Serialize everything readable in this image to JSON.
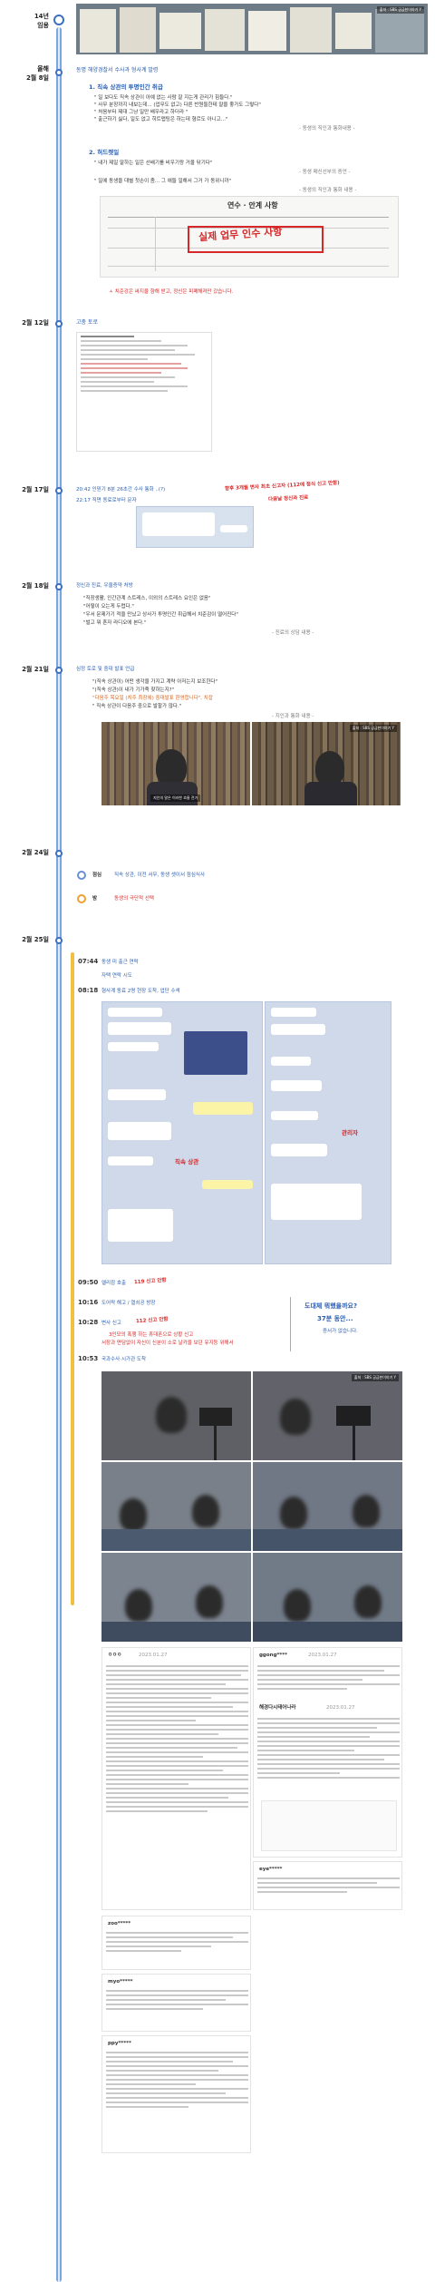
{
  "years": {
    "label": "14년",
    "sub": "임용"
  },
  "watermark": "출처 : SBS 궁금한이야기 Y",
  "entries": {
    "e1": {
      "date": "올해",
      "date2": "2월 8일",
      "title": "동명 해양경찰서 수사과 형사계 발령",
      "sec1": "1. 직속 상관의 투명인간 취급",
      "q1": "\" 일 보다도 직속 상관이 아예 없는 사람 잘 지는게 관리가 힘들다.\"",
      "q2": "\" 사무 분장까지 내보는데... (업무도 없고) 다른 반원들한테 말을 좋가도 그렇다\"",
      "q3": "\" 처음부터 제대 그냥 일만 배우라고 하더라 \"",
      "q4": "\" 출근하기 싫다, 일도 없고 히트맵팅은 하는데 형르도 아니고...\"",
      "src1": "- 동생의 직인과 통화내용 -",
      "sec2": "2. 허드렛일",
      "q5": "\" 내가 제일 말하는 일은 선배기를 비우기랑 거울 닦기다\"",
      "src2": "- 동생 메신선부의 증언 -",
      "q6": "\" 일에 동생을 대별 첫손이 좀... 그 애들 일해서 그거 가 동위니까\"",
      "src3": "- 동생의 직인과 통화 내용 -",
      "doc_title": "연수 · 안계 사항",
      "doc_stamp": "실제 업무 인수 사항",
      "note": "ㅅ 치준강은 싸지율 향해 받고, 정신은 피폐해져만 갔습니다."
    },
    "e2": {
      "date": "2월 12일",
      "title": "고충 토로"
    },
    "e3": {
      "date": "2월 17일",
      "l1": "20:42 인믿기 8분 26초간 수사 통화 ..(?)",
      "l2": "22:17 직면 동료로부터 문자",
      "r1": "향후 3개월 변사 최초 신고자 (112에 정식 신고 만함)",
      "r2": "다음날 정신과 진료"
    },
    "e4": {
      "date": "2월 18일",
      "title": "정신과 진료, 우울증약 처방",
      "q1": "\"직장생활, 인간관계 스트레스, 이외의 스트레스 요인은 없음\"",
      "q2": "\"어떻이 오는게 두렵다.\"",
      "q3": "\"우서 문제가기 적을 만났고 상사가 투명인간 취급해서 치준감이 떨어진다\"",
      "q4": "\"벌고 뭐 혼자 라디오에 본다.\"",
      "src": "- 진료의 상담 내용 -"
    },
    "e5": {
      "date": "2월 21일",
      "title": "심정 토로 및 중대 발표 언급",
      "q1": "\"(직속 상관이) 어떤 생각을 가지고 계략 아저는지 보조한다\"",
      "q2": "\"(직속 상관)이 내가 기가죽 찾하는지?\"",
      "q3": "\"다음주 목요일 (치주 최장에) 중대발표 환영합니다\", 치잡",
      "q4": "\" 직속 상관이 다음주 중으로 발할가 않다.\"",
      "src": "- 지인과 통화 내용 -",
      "caption": "지인의 말은 이러한 흐름 전가"
    },
    "e6": {
      "date": "2월 24일",
      "row1_time": "점심",
      "row1": "직속 상관, 이전 서무, 동생 셋이서 점심식사",
      "row2_time": "밤",
      "row2": "동생의 극단적 선택"
    },
    "e7": {
      "date": "2월 25일",
      "t1": "07:44",
      "d1": "동생 미 출근 연락",
      "d1b": "자택 연락 시도",
      "t2": "08:18",
      "d2": "형사계 동료 2명 현장 도착, 업단 수색",
      "chat_label": "직속 상관",
      "chat_label2": "관리자",
      "t3": "09:50",
      "d3": "엘리캄 호출",
      "d3r": "119 신고 안함",
      "t4": "10:16",
      "d4": "도어락 해고 / 열쇠공 방장",
      "t5": "10:28",
      "d5": "변사 신고",
      "d5r": "112 신고 안함",
      "d5n1": "3인모의 폭행 하는 휴대폰으로 상황 신고",
      "d5n2": "서장과 면담없이 자신이 신분이 소로 날카을 보던 유지등 위해서",
      "t6": "10:53",
      "d6": "국과수사·시가관 도착",
      "side1": "도대체 뭐했을까요?",
      "side2": "37분 동안...",
      "side3": "증서가 없습니다."
    }
  },
  "comments": {
    "c1_user": "ㅇㅇㅇ",
    "c1_date": "2023.01.27",
    "c2_user": "ggong****",
    "c2_date": "2023.01.27",
    "c2_head": "해경다시태어나라",
    "c2_date2": "2023.01.27",
    "c3_user": "zoo*****",
    "c4_user": "eye*****",
    "c5_user": "myo*****",
    "c6_user": "ppy*****"
  },
  "colors": {
    "spine": "#7aa6e0",
    "accent": "#2a5db0",
    "red": "#d62828",
    "orange": "#e0641a"
  }
}
